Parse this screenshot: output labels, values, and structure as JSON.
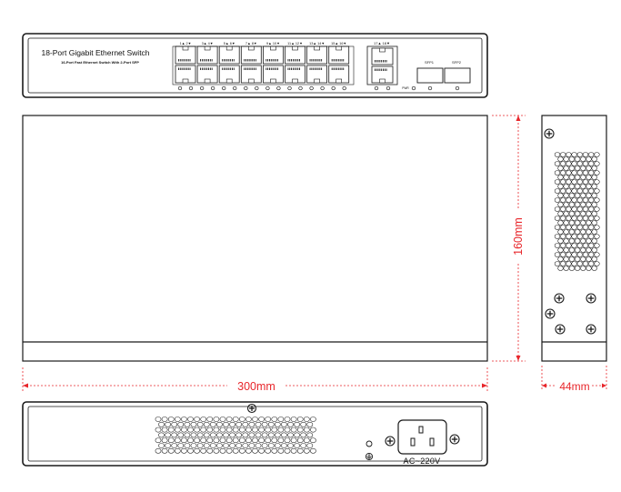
{
  "front_panel": {
    "title": "18-Port Gigabit Ethernet Switch",
    "subtitle": "16-Port Fast Ethernet Switch With 2-Port SFP",
    "port_labels": [
      "1▲ 2▼",
      "3▲ 4▼",
      "5▲ 6▼",
      "7▲ 8▼",
      "9▲ 10▼",
      "11▲ 12▼",
      "13▲ 14▼",
      "15▲ 16▼"
    ],
    "uplink_label": "17▲ 18▼",
    "sfp_labels": [
      "SFP1",
      "SFP2"
    ],
    "power_led_label": "PWR"
  },
  "dimensions": {
    "width": "300mm",
    "depth": "160mm",
    "height": "44mm"
  },
  "rear_panel": {
    "power_label": "AC~220V"
  },
  "colors": {
    "line": "#1a1a1a",
    "dimension": "#e8262b"
  }
}
